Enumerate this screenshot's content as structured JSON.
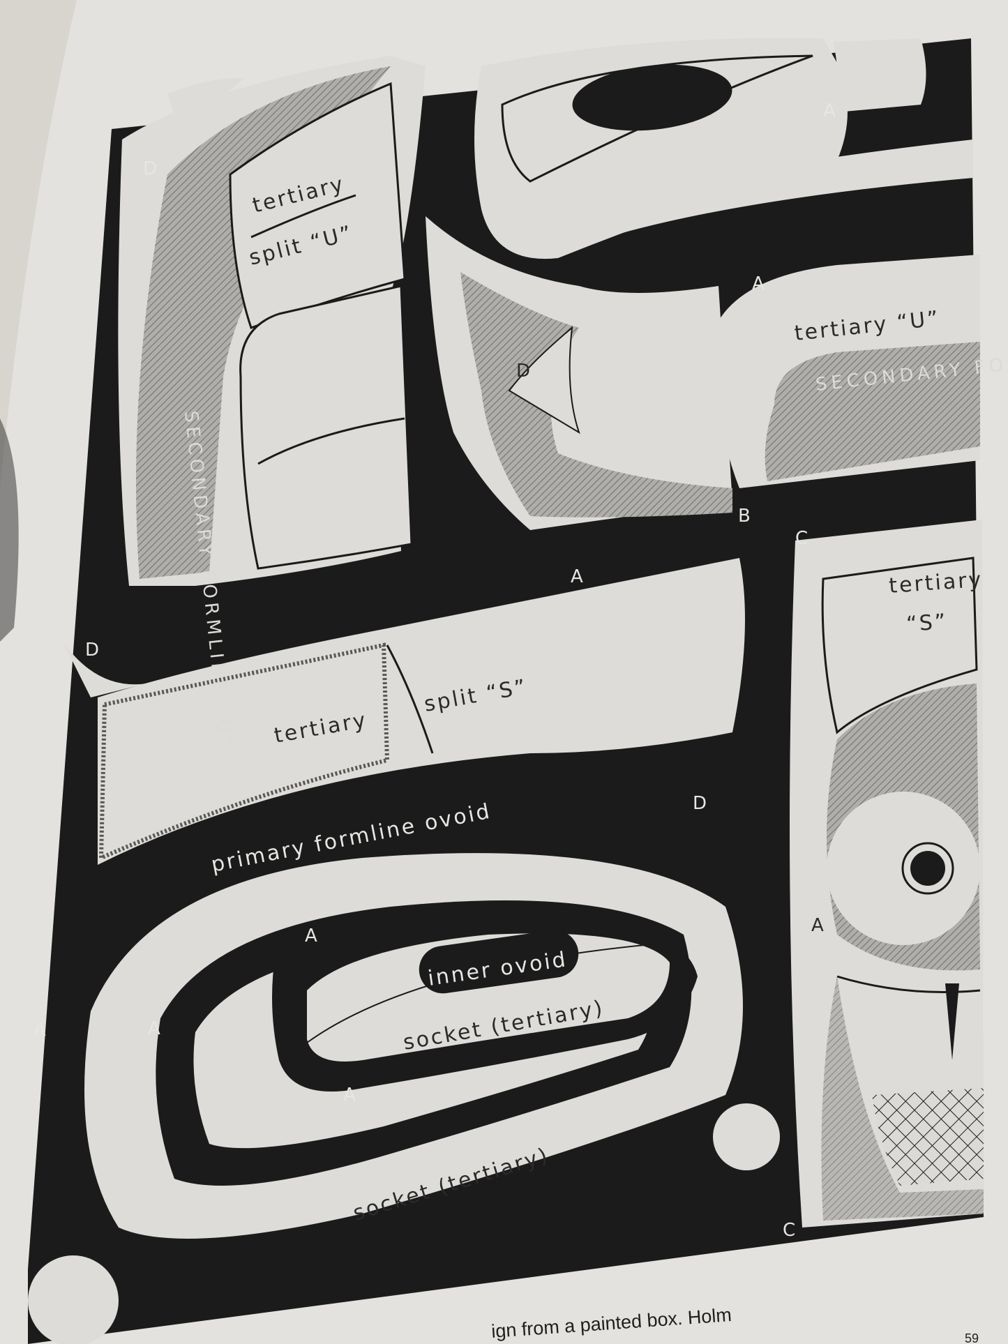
{
  "diagram": {
    "labels": {
      "tertiary_top": "tertiary",
      "split_u": "split “U”",
      "tertiary_u": "tertiary “U”",
      "secondary_formline_u_right": "SECONDARY FORMLINE “U”",
      "secondary_formline_u_left": "SECONDARY FORMLINE “U”",
      "tertiary_mid": "tertiary",
      "split_s": "split “S”",
      "tertiary_s_line1": "tertiary",
      "tertiary_s_line2": "“S”",
      "primary_formline_ovoid": "primary formline ovoid",
      "inner_ovoid": "inner ovoid",
      "socket_tertiary_inner": "socket (tertiary)",
      "socket_tertiary_outer": "socket (tertiary)"
    },
    "points": {
      "a": "A",
      "b": "B",
      "c": "C",
      "d": "D"
    },
    "colors": {
      "formline": "#1b1b1b",
      "page": "#dedcd8",
      "secondary": "#a9a7a3"
    }
  },
  "caption": "ign from a painted box.  Holm",
  "page_number": "59"
}
